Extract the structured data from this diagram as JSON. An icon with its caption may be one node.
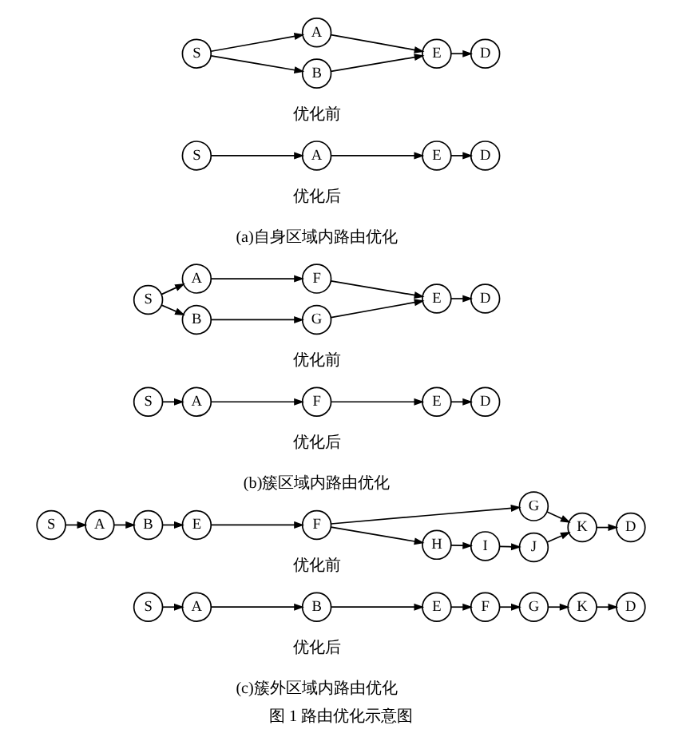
{
  "diagram": {
    "caption": "图 1 路由优化示意图",
    "nodes": [
      {
        "text": [
          "S"
        ]
      },
      {
        "text": [
          "A"
        ]
      },
      {
        "text": [
          "B"
        ]
      },
      {
        "text": [
          "E"
        ]
      },
      {
        "text": [
          "D"
        ]
      },
      {
        "text": [
          "S"
        ]
      },
      {
        "text": [
          "A"
        ]
      },
      {
        "text": [
          "E"
        ]
      },
      {
        "text": [
          "D"
        ]
      },
      {
        "text": [
          "S"
        ]
      },
      {
        "text": [
          "A"
        ]
      },
      {
        "text": [
          "B"
        ]
      },
      {
        "text": [
          "F"
        ]
      },
      {
        "text": [
          "G"
        ]
      },
      {
        "text": [
          "E"
        ]
      },
      {
        "text": [
          "D"
        ]
      },
      {
        "text": [
          "S"
        ]
      },
      {
        "text": [
          "A"
        ]
      },
      {
        "text": [
          "F"
        ]
      },
      {
        "text": [
          "E"
        ]
      },
      {
        "text": [
          "D"
        ]
      },
      {
        "text": [
          "S"
        ]
      },
      {
        "text": [
          "A"
        ]
      },
      {
        "text": [
          "B"
        ]
      },
      {
        "text": [
          "E"
        ]
      },
      {
        "text": [
          "F"
        ]
      },
      {
        "text": [
          "G"
        ]
      },
      {
        "text": [
          "H"
        ]
      },
      {
        "text": [
          "I"
        ]
      },
      {
        "text": [
          "J"
        ]
      },
      {
        "text": [
          "K"
        ]
      },
      {
        "text": [
          "D"
        ]
      },
      {
        "text": [
          "S"
        ]
      },
      {
        "text": [
          "A"
        ]
      },
      {
        "text": [
          "B"
        ]
      },
      {
        "text": [
          "E"
        ]
      },
      {
        "text": [
          "F"
        ]
      },
      {
        "text": [
          "G"
        ]
      },
      {
        "text": [
          "K"
        ]
      },
      {
        "text": [
          "D"
        ]
      }
    ],
    "edges": [
      {
        "from": 0,
        "to": 1,
        "arrow": "to"
      },
      {
        "from": 0,
        "to": 2,
        "arrow": "to"
      },
      {
        "from": 1,
        "to": 3,
        "arrow": "to"
      },
      {
        "from": 2,
        "to": 3,
        "arrow": "to"
      },
      {
        "from": 3,
        "to": 4,
        "arrow": "to"
      },
      {
        "from": 5,
        "to": 6,
        "arrow": "to"
      },
      {
        "from": 6,
        "to": 7,
        "arrow": "to"
      },
      {
        "from": 7,
        "to": 8,
        "arrow": "to"
      },
      {
        "from": 9,
        "to": 10,
        "arrow": "to"
      },
      {
        "from": 9,
        "to": 11,
        "arrow": "to"
      },
      {
        "from": 10,
        "to": 12,
        "arrow": "to"
      },
      {
        "from": 11,
        "to": 13,
        "arrow": "to"
      },
      {
        "from": 12,
        "to": 14,
        "arrow": "to"
      },
      {
        "from": 13,
        "to": 14,
        "arrow": "to"
      },
      {
        "from": 14,
        "to": 15,
        "arrow": "to"
      },
      {
        "from": 16,
        "to": 17,
        "arrow": "to"
      },
      {
        "from": 17,
        "to": 18,
        "arrow": "to"
      },
      {
        "from": 18,
        "to": 19,
        "arrow": "to"
      },
      {
        "from": 19,
        "to": 20,
        "arrow": "to"
      },
      {
        "from": 21,
        "to": 22,
        "arrow": "to"
      },
      {
        "from": 22,
        "to": 23,
        "arrow": "to"
      },
      {
        "from": 23,
        "to": 24,
        "arrow": "to"
      },
      {
        "from": 24,
        "to": 25,
        "arrow": "to"
      },
      {
        "from": 25,
        "to": 26,
        "arrow": "to"
      },
      {
        "from": 25,
        "to": 27,
        "arrow": "to"
      },
      {
        "from": 27,
        "to": 28,
        "arrow": "to"
      },
      {
        "from": 28,
        "to": 29,
        "arrow": "to"
      },
      {
        "from": 26,
        "to": 30,
        "arrow": "to"
      },
      {
        "from": 29,
        "to": 30,
        "arrow": "to"
      },
      {
        "from": 30,
        "to": 31,
        "arrow": "to"
      },
      {
        "from": 32,
        "to": 33,
        "arrow": "to"
      },
      {
        "from": 33,
        "to": 34,
        "arrow": "to"
      },
      {
        "from": 34,
        "to": 35,
        "arrow": "to"
      },
      {
        "from": 35,
        "to": 36,
        "arrow": "to"
      },
      {
        "from": 36,
        "to": 37,
        "arrow": "to"
      },
      {
        "from": 37,
        "to": 38,
        "arrow": "to"
      },
      {
        "from": 38,
        "to": 39,
        "arrow": "to"
      }
    ],
    "labels": [
      "优化前",
      "优化后",
      "(a)自身区域内路由优化",
      "优化前",
      "优化后",
      "(b)簇区域内路由优化",
      "优化前",
      "优化后",
      "(c)簇外区域内路由优化"
    ]
  }
}
